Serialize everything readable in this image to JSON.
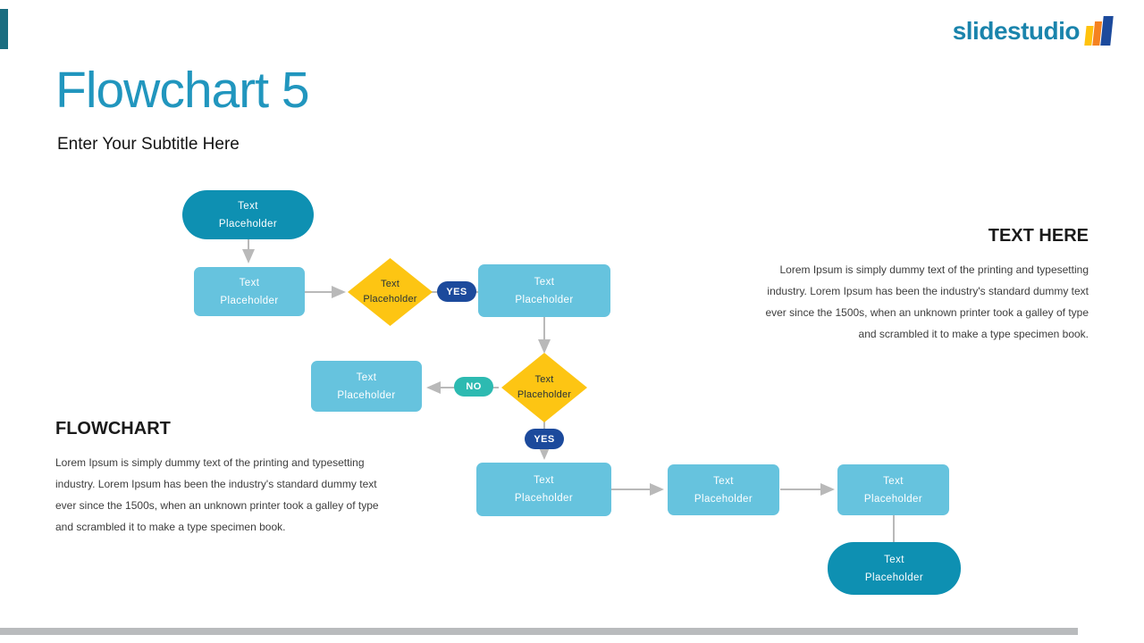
{
  "slide": {
    "background": "#ffffff",
    "accent_bar_color": "#1a6d80",
    "footer_bar_color": "#b9bbbd"
  },
  "logo": {
    "text": "slidestudio",
    "color": "#1a84ac",
    "bar_colors": [
      "#ffc20e",
      "#f58220",
      "#1c4a9c"
    ]
  },
  "header": {
    "title": "Flowchart 5",
    "title_color": "#2196be",
    "subtitle": "Enter Your Subtitle Here"
  },
  "text_blocks": {
    "left": {
      "heading": "FLOWCHART",
      "body": "Lorem Ipsum is simply dummy text of the printing and typesetting industry. Lorem Ipsum has been the industry's standard dummy text ever since the 1500s, when an unknown printer took a galley of type and scrambled it to make a type specimen book."
    },
    "right": {
      "heading": "TEXT HERE",
      "body": "Lorem Ipsum is simply dummy text of the printing and typesetting industry. Lorem Ipsum has been the industry's standard dummy text ever since the 1500s, when an unknown printer took a galley of type and scrambled it to make a type specimen book."
    }
  },
  "flowchart": {
    "colors": {
      "terminator_fill": "#0e90b2",
      "process_fill": "#66c3de",
      "decision_fill": "#fdc513",
      "decision_text": "#263238",
      "node_text": "#ffffff",
      "connector": "#b9b9b9",
      "yes_badge_fill": "#1c4a9c",
      "no_badge_fill": "#2dbab1"
    },
    "nodes": [
      {
        "id": "start",
        "type": "terminator",
        "line1": "Text",
        "line2": "Placeholder"
      },
      {
        "id": "process-1",
        "type": "process",
        "line1": "Text",
        "line2": "Placeholder"
      },
      {
        "id": "decision-1",
        "type": "decision",
        "line1": "Text",
        "line2": "Placeholder"
      },
      {
        "id": "process-2",
        "type": "process",
        "line1": "Text",
        "line2": "Placeholder"
      },
      {
        "id": "process-3",
        "type": "process",
        "line1": "Text",
        "line2": "Placeholder"
      },
      {
        "id": "decision-2",
        "type": "decision",
        "line1": "Text",
        "line2": "Placeholder"
      },
      {
        "id": "process-4",
        "type": "process",
        "line1": "Text",
        "line2": "Placeholder"
      },
      {
        "id": "process-5",
        "type": "process",
        "line1": "Text",
        "line2": "Placeholder"
      },
      {
        "id": "process-6",
        "type": "process",
        "line1": "Text",
        "line2": "Placeholder"
      },
      {
        "id": "end",
        "type": "terminator",
        "line1": "Text",
        "line2": "Placeholder"
      }
    ],
    "badges": [
      {
        "id": "yes-1",
        "label": "YES"
      },
      {
        "id": "no-1",
        "label": "NO"
      },
      {
        "id": "yes-2",
        "label": "YES"
      }
    ]
  }
}
